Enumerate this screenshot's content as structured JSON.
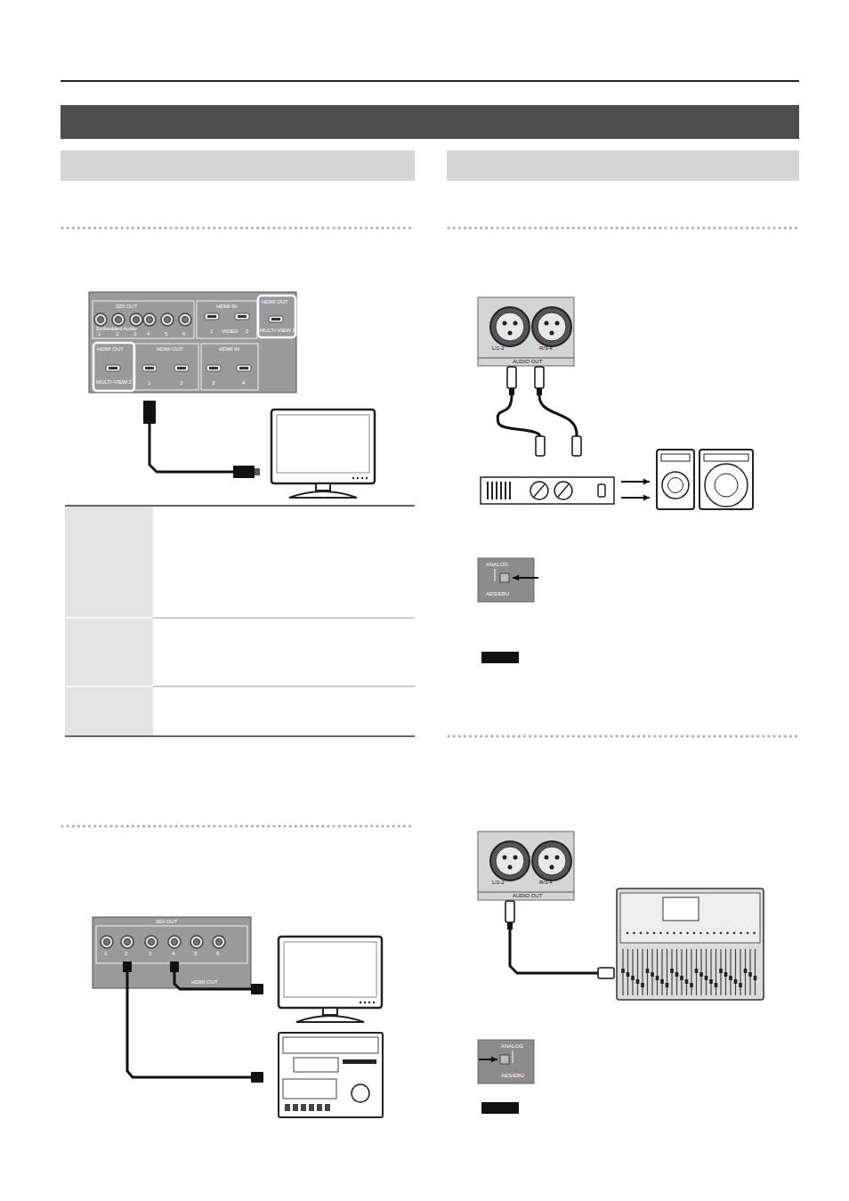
{
  "diagram": {
    "labels": [
      "SDI OUT",
      "Embedded Audio",
      "1",
      "2",
      "3",
      "4",
      "5",
      "6",
      "HDMI IN",
      "1",
      "VIDEO",
      "2",
      "HDMI OUT",
      "MULTI-VIEW 1",
      "HDMI OUT",
      "MULTI-VIEW 2",
      "HDMI OUT",
      "1",
      "2",
      "HDMI IN",
      "3",
      "4",
      "SDI OUT",
      "1",
      "2",
      "3",
      "4",
      "5",
      "6",
      "HDMI OUT",
      "L/1-2",
      "R/3-4",
      "AUDIO OUT",
      "ANALOG",
      "AES/EBU",
      "L/1-2",
      "R/3-4",
      "AUDIO OUT",
      "ANALOG",
      "AES/EBU"
    ]
  }
}
